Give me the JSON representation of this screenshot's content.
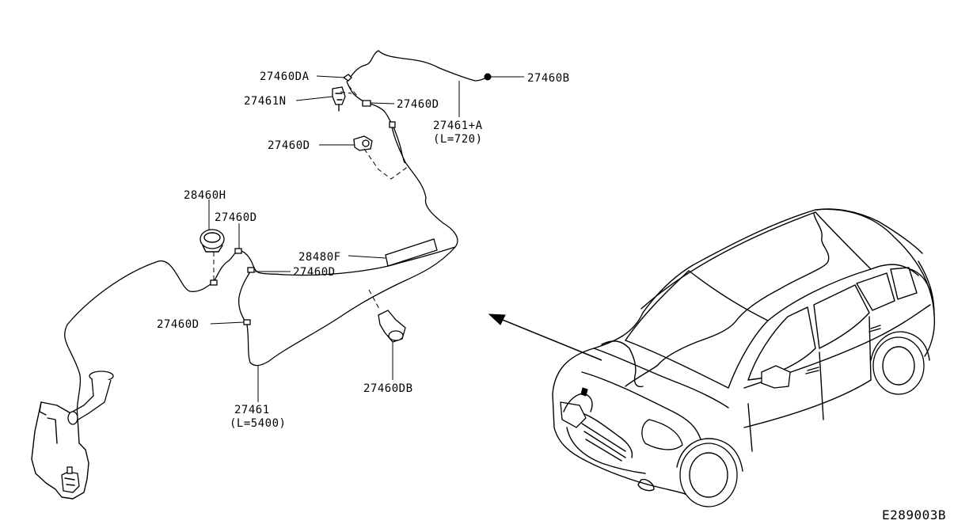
{
  "labels": {
    "p_27460DA": "27460DA",
    "p_27461N": "27461N",
    "p_27460D_top": "27460D",
    "p_27460B": "27460B",
    "p_27461A": "27461+A",
    "p_27461A_len": "(L=720)",
    "p_27460D_mid": "27460D",
    "p_28460H": "28460H",
    "p_27460D_tank": "27460D",
    "p_28480F": "28480F",
    "p_27460D_right": "27460D",
    "p_27460D_left": "27460D",
    "p_27460DB": "27460DB",
    "p_27461": "27461",
    "p_27461_len": "(L=5400)",
    "diagram_code": "E289003B"
  }
}
